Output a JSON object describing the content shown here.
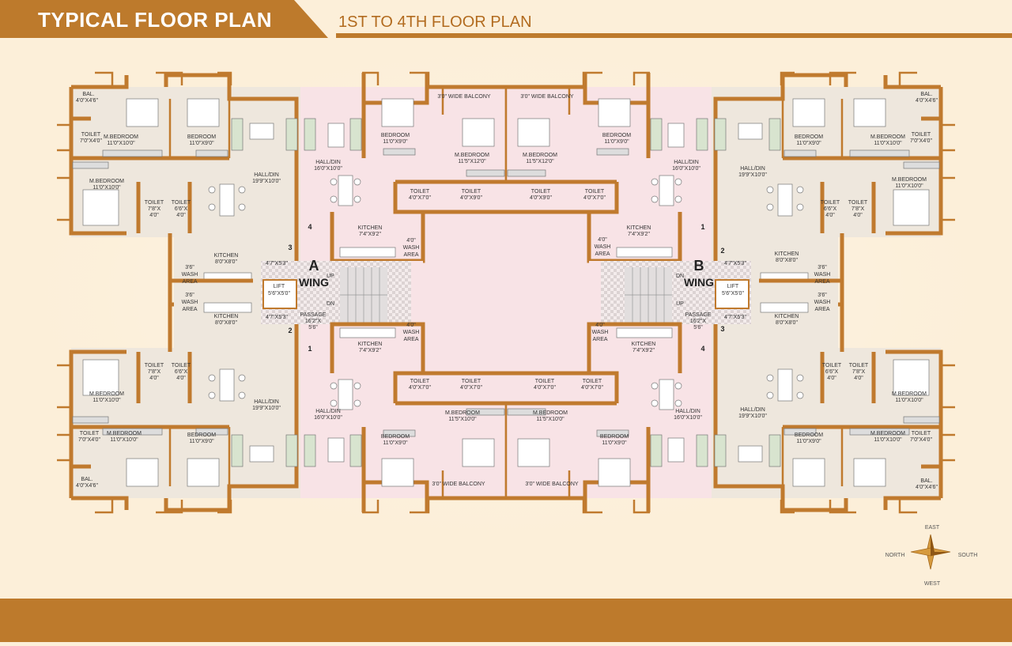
{
  "header": {
    "title": "TYPICAL FLOOR PLAN",
    "subtitle": "1ST TO 4TH FLOOR PLAN"
  },
  "colors": {
    "accent": "#bd7a2c",
    "wall": "#c07a2e",
    "background": "#fcefd9",
    "flat_fill_a": "#eee7dd",
    "flat_fill_b": "#f8e3e6"
  },
  "wings": {
    "a": {
      "letter": "A",
      "word": "WING"
    },
    "b": {
      "letter": "B",
      "word": "WING"
    }
  },
  "flat_numbers": {
    "one": "1",
    "two": "2",
    "three": "3",
    "four": "4"
  },
  "rooms": {
    "bal_1": "BAL.",
    "bal_1_dim": "4'0\"X4'6\"",
    "toilet_a": "TOILET",
    "toilet_a_dim": "7'0\"X4'0\"",
    "mbed_1": "M.BEDROOM",
    "mbed_1_dim": "11'0\"X10'0\"",
    "bed_1": "BEDROOM",
    "bed_1_dim": "11'0\"X9'0\"",
    "hall_1": "HALL/DIN",
    "hall_1_dim": "19'9\"X10'0\"",
    "mbed_2": "M.BEDROOM",
    "mbed_2_dim": "11'0\"X10'0\"",
    "toilet_b": "TOILET",
    "toilet_b_dim1": "7'8\"X",
    "toilet_b_dim2": "4'0\"",
    "toilet_c": "TOILET",
    "toilet_c_dim1": "6'6\"X",
    "toilet_c_dim2": "4'0\"",
    "kitchen_1": "KITCHEN",
    "kitchen_1_dim": "8'0\"X8'0\"",
    "wash_1": "3'6\"",
    "wash_1_l2": "WASH",
    "wash_1_l3": "AREA",
    "hall_2": "HALL/DIN",
    "hall_2_dim": "16'0\"X10'0\"",
    "kitchen_2": "KITCHEN",
    "kitchen_2_dim": "7'4\"X9'2\"",
    "wash_2": "4'0\"",
    "wash_2_l2": "WASH",
    "wash_2_l3": "AREA",
    "bed_2": "BEDROOM",
    "bed_2_dim": "11'0\"X9'0\"",
    "balcony": "3'0\" WIDE BALCONY",
    "mbed_3": "M.BEDROOM",
    "mbed_3_dim": "11'5\"X12'0\"",
    "toilet_d": "TOILET",
    "toilet_d_dim": "4'0\"X7'0\"",
    "toilet_e": "TOILET",
    "toilet_e_dim": "4'0\"X9'0\"",
    "lobby_small": "4'7\"X5'3\"",
    "lift": "LIFT",
    "lift_dim": "5'6\"X5'0\"",
    "passage": "PASSAGE",
    "passage_dim1": "16'2\"X",
    "passage_dim2": "5'6\"",
    "up": "UP",
    "dn": "DN",
    "mbed_4": "M.BEDROOM",
    "mbed_4_dim": "11'5\"X10'0\""
  },
  "compass": {
    "north": "NORTH",
    "south": "SOUTH",
    "east": "EAST",
    "west": "WEST"
  }
}
